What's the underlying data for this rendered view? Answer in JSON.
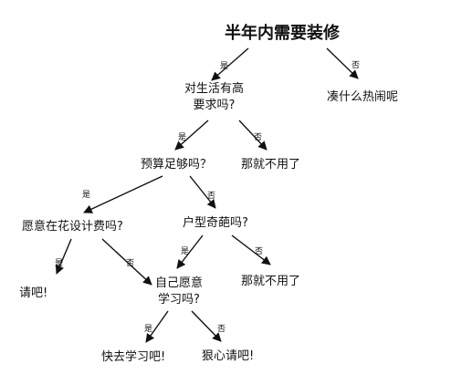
{
  "nodes": {
    "root": "半年内需要装修",
    "n_life": "对生活有高\n要求吗?",
    "n_lively": "凑什么热闹呢",
    "n_budget": "预算足够吗？",
    "n_no1": "那就不用了",
    "n_design_fee": "愿意在花设计费吗?",
    "n_layout": "户型奇葩吗?",
    "n_please1": "请吧!",
    "n_learn": "自己愿意\n学习吗?",
    "n_no2": "那就不用了",
    "n_go_learn": "快去学习吧!",
    "n_please2": "狠心请吧!"
  },
  "edge_labels": {
    "yes": "是",
    "no": "否"
  }
}
